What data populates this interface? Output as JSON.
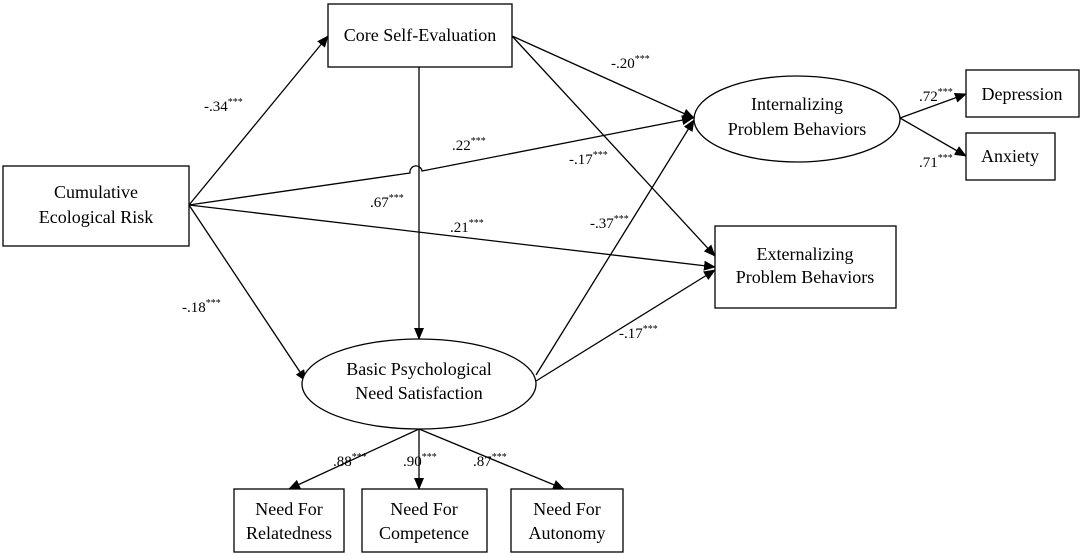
{
  "nodes": {
    "cer": [
      "Cumulative",
      "Ecological Risk"
    ],
    "cse": [
      "Core Self-Evaluation"
    ],
    "bpns": [
      "Basic Psychological",
      "Need Satisfaction"
    ],
    "ipb": [
      "Internalizing",
      "Problem Behaviors"
    ],
    "epb": [
      "Externalizing",
      "Problem Behaviors"
    ],
    "dep": [
      "Depression"
    ],
    "anx": [
      "Anxiety"
    ],
    "rel": [
      "Need For",
      "Relatedness"
    ],
    "comp": [
      "Need For",
      "Competence"
    ],
    "auto": [
      "Need For",
      "Autonomy"
    ]
  },
  "paths": {
    "cer_cse": "-.34",
    "cer_ipb": ".22",
    "cer_epb": ".21",
    "cer_bpns": "-.18",
    "cse_bpns": ".67",
    "cse_ipb": "-.20",
    "cse_epb": "-.17",
    "bpns_ipb": "-.37",
    "bpns_epb": "-.17",
    "ipb_dep": ".72",
    "ipb_anx": ".71",
    "bpns_rel": ".88",
    "bpns_comp": ".90",
    "bpns_auto": ".87"
  },
  "significance": "***"
}
